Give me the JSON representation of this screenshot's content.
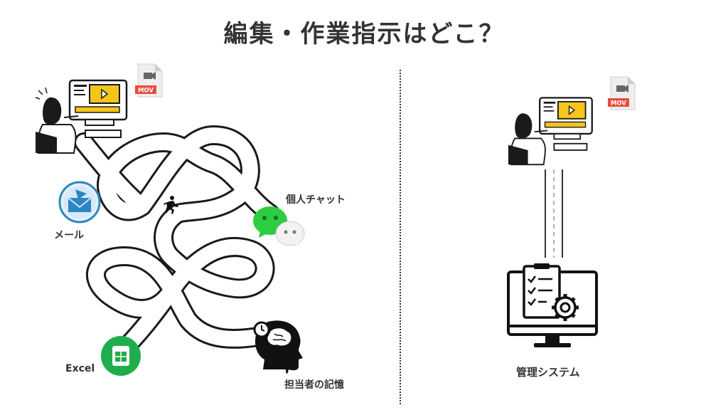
{
  "title": "編集・作業指示はどこ？",
  "left": {
    "file_badge": "MOV",
    "channels": {
      "mail": "メール",
      "chat": "個人チャット",
      "excel": "Excel",
      "memory": "担当者の記憶"
    }
  },
  "right": {
    "file_badge": "MOV",
    "system": "管理システム"
  },
  "icons": [
    "person-at-computer-icon",
    "mov-file-icon",
    "mail-icon",
    "chat-icon",
    "spreadsheet-icon",
    "brain-head-icon",
    "runner-icon",
    "monitor-checklist-gear-icon"
  ],
  "colors": {
    "mail": "#2e86c1",
    "chat": "#2ecc40",
    "excel": "#1fae4b",
    "screen": "#f5c518",
    "mov": "#e74c3c"
  }
}
